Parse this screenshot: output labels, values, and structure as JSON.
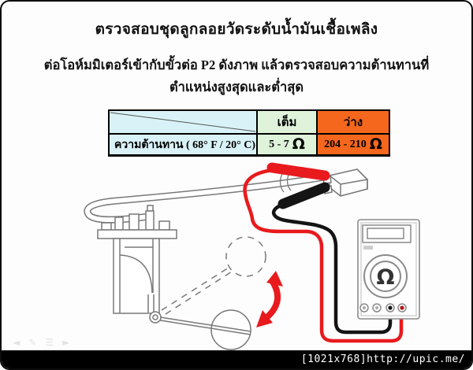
{
  "slide": {
    "title": "ตรวจสอบชุดลูกลอยวัดระดับน้ำมันเชื้อเพลิง",
    "subtitle_line1": "ต่อโอห์มมิเตอร์เข้ากับขั้วต่อ P2 ดังภาพ  แล้วตรวจสอบความต้านทานที่",
    "subtitle_line2": "ตำแหน่งสูงสุดและต่ำสุด"
  },
  "table": {
    "col_full_label": "เต็ม",
    "col_empty_label": "ว่าง",
    "row_label": "ความต้านทาน ( 68°  F / 20° C)",
    "full_value": "5 - 7",
    "full_unit": "Ω",
    "empty_value": "204 - 210",
    "empty_unit": "Ω",
    "colors": {
      "corner_bg": "#d9f2f7",
      "full_bg": "#def3da",
      "empty_bg": "#f5671d"
    }
  },
  "diagram": {
    "meter_dial_symbol": "Ω",
    "colors": {
      "red_lead": "#e81a1d",
      "black_lead": "#141414",
      "line_art": "#787878"
    }
  },
  "slideshow_controls": {
    "prev_glyph": "◄",
    "pen_glyph": "✎",
    "menu_glyph": "☰",
    "next_glyph": "►"
  },
  "footer": {
    "watermark": "[1021x768]http://upic.me/"
  }
}
